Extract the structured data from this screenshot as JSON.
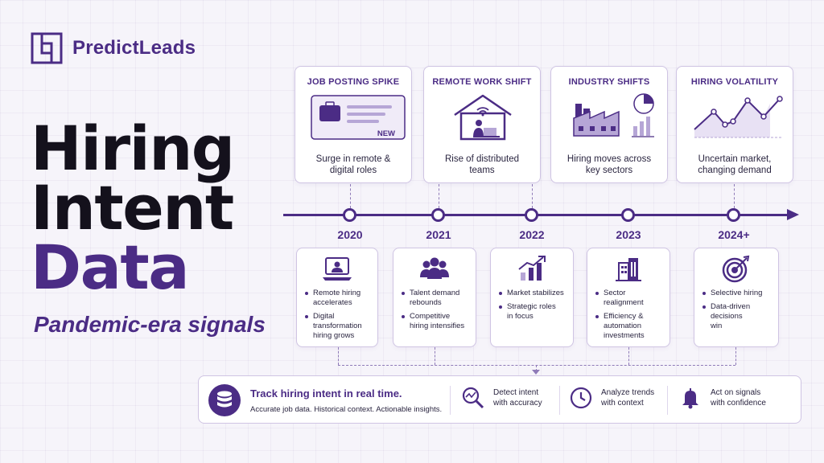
{
  "brand": {
    "name": "PredictLeads"
  },
  "title": {
    "line1": "Hiring",
    "line2": "Intent",
    "line3": "Data"
  },
  "subtitle": "Pandemic-era signals",
  "top_cards": [
    {
      "title": "JOB POSTING SPIKE",
      "badge": "NEW",
      "caption_l1": "Surge in remote &",
      "caption_l2": "digital roles",
      "icon": "job-posting-card-icon"
    },
    {
      "title": "REMOTE WORK SHIFT",
      "caption_l1": "Rise of distributed",
      "caption_l2": "teams",
      "icon": "remote-home-icon"
    },
    {
      "title": "INDUSTRY SHIFTS",
      "caption_l1": "Hiring moves across",
      "caption_l2": "key sectors",
      "icon": "factory-chart-icon"
    },
    {
      "title": "HIRING VOLATILITY",
      "caption_l1": "Uncertain market,",
      "caption_l2": "changing demand",
      "icon": "volatility-line-icon"
    }
  ],
  "timeline": {
    "years": [
      "2020",
      "2021",
      "2022",
      "2023",
      "2024+"
    ]
  },
  "bottom_cards": [
    {
      "icon": "laptop-user-icon",
      "bullets": [
        [
          "Remote hiring",
          "accelerates"
        ],
        [
          "Digital",
          "transformation",
          "hiring grows"
        ]
      ]
    },
    {
      "icon": "team-group-icon",
      "bullets": [
        [
          "Talent demand",
          "rebounds"
        ],
        [
          "Competitive",
          "hiring intensifies"
        ]
      ]
    },
    {
      "icon": "growth-chart-icon",
      "bullets": [
        [
          "Market stabilizes"
        ],
        [
          "Strategic roles",
          "in focus"
        ]
      ]
    },
    {
      "icon": "buildings-icon",
      "bullets": [
        [
          "Sector realignment"
        ],
        [
          "Efficiency &",
          "automation",
          "investments"
        ]
      ]
    },
    {
      "icon": "target-icon",
      "bullets": [
        [
          "Selective hiring"
        ],
        [
          "Data-driven",
          "decisions",
          "win"
        ]
      ]
    }
  ],
  "banner": {
    "headline": "Track hiring intent in real time.",
    "subline": "Accurate job data. Historical context. Actionable insights.",
    "features": [
      {
        "icon": "detect-magnifier-icon",
        "l1": "Detect intent",
        "l2": "with accuracy"
      },
      {
        "icon": "clock-icon",
        "l1": "Analyze trends",
        "l2": "with context"
      },
      {
        "icon": "bell-icon",
        "l1": "Act on signals",
        "l2": "with confidence"
      }
    ]
  },
  "colors": {
    "accent": "#4b2c85",
    "light_accent": "#cfc4e3",
    "ink": "#14111c",
    "background": "#f6f4fa"
  }
}
